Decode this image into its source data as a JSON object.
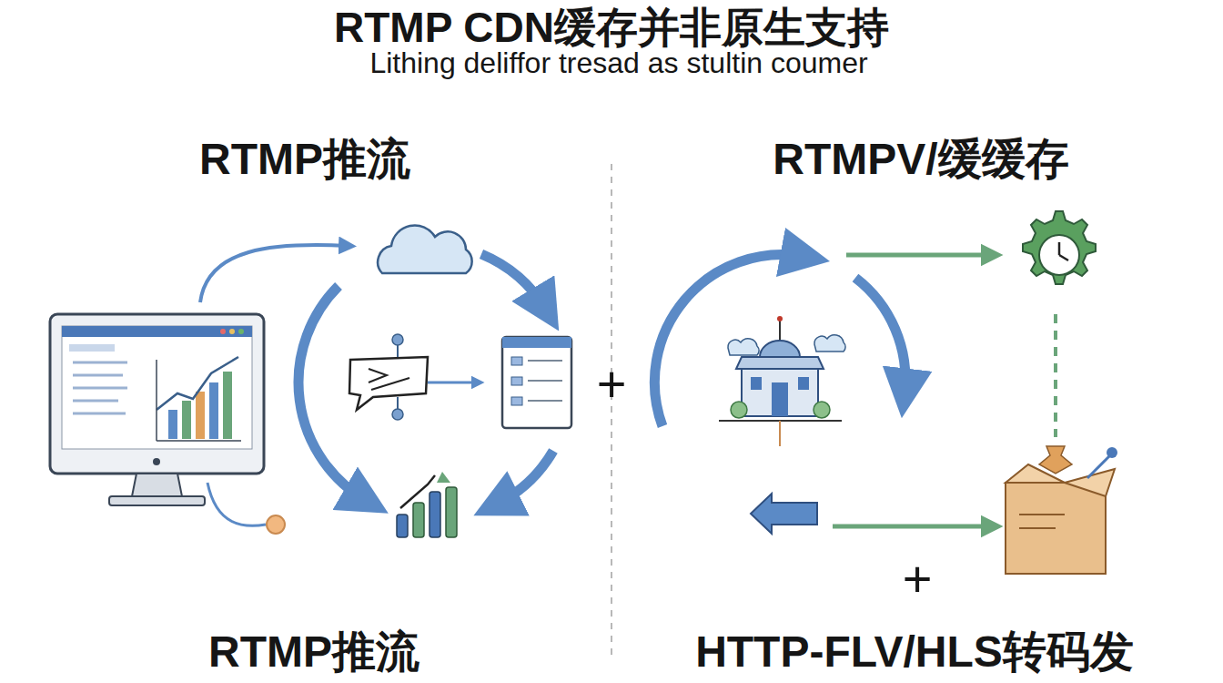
{
  "diagram": {
    "title": "RTMP CDN缓存并非原生支持",
    "labels": [
      "Lithing deliffor tresad as stultin coumer",
      "RTMP推流",
      "RTMPV/缓缓存",
      "+",
      "+",
      "RTMP推流",
      "HTTP-FLV/HLS转码发"
    ]
  }
}
